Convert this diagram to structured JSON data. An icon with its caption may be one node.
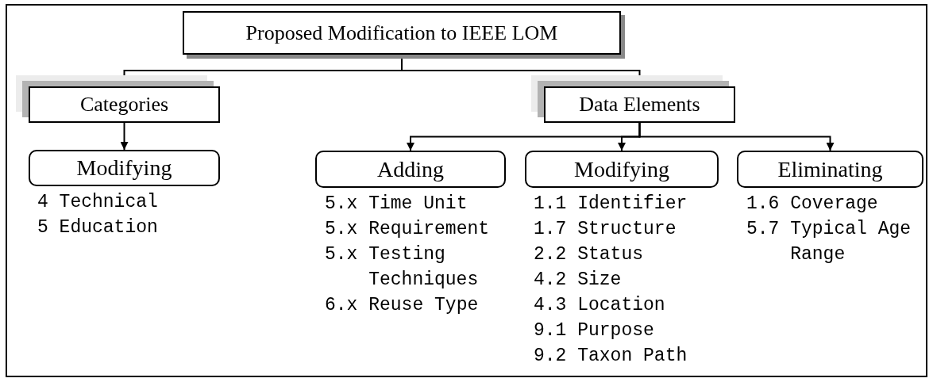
{
  "diagram": {
    "nodes": [
      {
        "text": [
          "Proposed Modification to IEEE LOM"
        ]
      },
      {
        "text": [
          "Categories"
        ]
      },
      {
        "text": [
          "Data Elements"
        ]
      },
      {
        "text": [
          "Modifying"
        ],
        "beside": [
          "4 Technical",
          "5 Education"
        ]
      },
      {
        "text": [
          "Adding"
        ],
        "beside": [
          "5.x Time Unit",
          "5.x Requirement",
          "5.x Testing Techniques",
          "6.x Reuse Type"
        ]
      },
      {
        "text": [
          "Modifying"
        ],
        "beside": [
          "1.1 Identifier",
          "1.7 Structure",
          "2.2 Status",
          "4.2 Size",
          "4.3 Location",
          "9.1 Purpose",
          "9.2 Taxon Path"
        ]
      },
      {
        "text": [
          "Eliminating"
        ],
        "beside": [
          "1.6 Coverage",
          "5.7 Typical Age Range"
        ]
      }
    ],
    "edges": [
      {
        "from": 0,
        "to": 1,
        "arrow": "none"
      },
      {
        "from": 0,
        "to": 2,
        "arrow": "none"
      },
      {
        "from": 1,
        "to": 3,
        "arrow": "to"
      },
      {
        "from": 2,
        "to": 4,
        "arrow": "to"
      },
      {
        "from": 2,
        "to": 5,
        "arrow": "to"
      },
      {
        "from": 2,
        "to": 6,
        "arrow": "to"
      }
    ]
  }
}
